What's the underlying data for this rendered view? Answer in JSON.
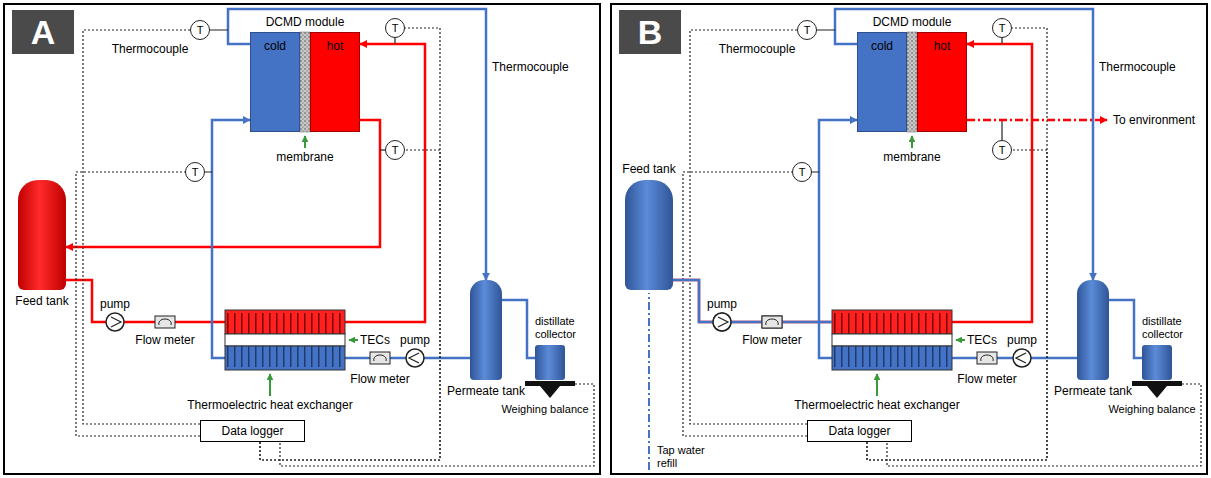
{
  "diagram": {
    "nodes": [
      {
        "text": [
          "A"
        ]
      },
      {
        "text": [
          "cold"
        ]
      },
      {
        "text": [
          "hot"
        ]
      },
      {
        "text": [
          "T"
        ]
      },
      {
        "text": [
          "T"
        ]
      },
      {
        "text": [
          "T"
        ]
      },
      {
        "text": [
          "T"
        ]
      },
      {
        "text": [
          "Feed tank"
        ]
      },
      {
        "text": [
          "Permeate tank"
        ]
      },
      {
        "text": [
          "distillate collector"
        ]
      },
      {
        "text": [
          "Data logger"
        ]
      },
      {
        "text": [
          "B"
        ]
      },
      {
        "text": [
          "cold"
        ]
      },
      {
        "text": [
          "hot"
        ]
      },
      {
        "text": [
          "T"
        ]
      },
      {
        "text": [
          "T"
        ]
      },
      {
        "text": [
          "T"
        ]
      },
      {
        "text": [
          "T"
        ]
      },
      {
        "text": [
          "Feed tank"
        ]
      },
      {
        "text": [
          "Permeate tank"
        ]
      },
      {
        "text": [
          "distillate collector"
        ]
      },
      {
        "text": [
          "Data logger"
        ]
      }
    ],
    "edges": [
      {
        "from": 7,
        "to": 2,
        "arrow": "to"
      },
      {
        "from": 2,
        "to": 7,
        "arrow": "to"
      },
      {
        "from": 8,
        "to": 1,
        "arrow": "to"
      },
      {
        "from": 1,
        "to": 8,
        "arrow": "to"
      },
      {
        "from": 8,
        "to": 9,
        "arrow": "none"
      },
      {
        "from": 10,
        "to": 3,
        "arrow": "none"
      },
      {
        "from": 10,
        "to": 5,
        "arrow": "none"
      },
      {
        "from": 10,
        "to": 4,
        "arrow": "none"
      },
      {
        "from": 10,
        "to": 6,
        "arrow": "none"
      },
      {
        "from": 18,
        "to": 13,
        "arrow": "to"
      },
      {
        "from": 19,
        "to": 12,
        "arrow": "to"
      },
      {
        "from": 12,
        "to": 19,
        "arrow": "to"
      },
      {
        "from": 19,
        "to": 20,
        "arrow": "none"
      },
      {
        "from": 21,
        "to": 14,
        "arrow": "none"
      },
      {
        "from": 21,
        "to": 16,
        "arrow": "none"
      },
      {
        "from": 21,
        "to": 15,
        "arrow": "none"
      },
      {
        "from": 21,
        "to": 17,
        "arrow": "none"
      }
    ],
    "labels": [
      "DCMD module",
      "Thermocouple",
      "Thermocouple",
      "membrane",
      "pump",
      "Flow meter",
      "TECs",
      "Thermoelectric heat exchanger",
      "Flow meter",
      "pump",
      "Weighing balance",
      "DCMD module",
      "Thermocouple",
      "Thermocouple",
      "membrane",
      "Tap water refill",
      "pump",
      "Flow meter",
      "TECs",
      "Thermoelectric heat exchanger",
      "Flow meter",
      "pump",
      "Weighing balance",
      "To environment"
    ]
  }
}
